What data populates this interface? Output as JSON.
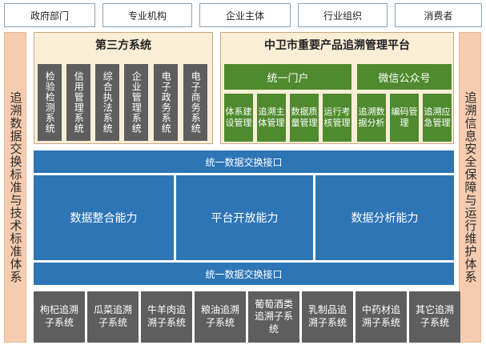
{
  "stakeholders": [
    "政府部门",
    "专业机构",
    "企业主体",
    "行业组织",
    "消费者"
  ],
  "left_bar": "追溯数据交换标准与技术标准体系",
  "right_bar": "追溯信息安全保障与运行维护体系",
  "third_party": {
    "title": "第三方系统",
    "systems": [
      "检验检测系统",
      "信用管理系统",
      "综合执法系统",
      "企业管理系统",
      "电子政务系统",
      "电子商务系统"
    ]
  },
  "platform": {
    "title": "中卫市重要产品追溯管理平台",
    "portal": "统一门户",
    "wechat": "微信公众号",
    "modules": [
      "体系建设管理",
      "追溯主体管理",
      "数据质量管理",
      "运行考核管理",
      "追溯数据分析",
      "编码管理",
      "追溯应急管理"
    ]
  },
  "interface_top": "统一数据交换接口",
  "capabilities": [
    "数据整合能力",
    "平台开放能力",
    "数据分析能力"
  ],
  "interface_bottom": "统一数据交换接口",
  "subsystems": [
    "枸杞追溯子系统",
    "瓜菜追溯子系统",
    "牛羊肉追溯子系统",
    "粮油追溯子系统",
    "葡萄酒类追溯子系统",
    "乳制品追溯子系统",
    "中药材追溯子系统",
    "其它追溯子系统"
  ]
}
